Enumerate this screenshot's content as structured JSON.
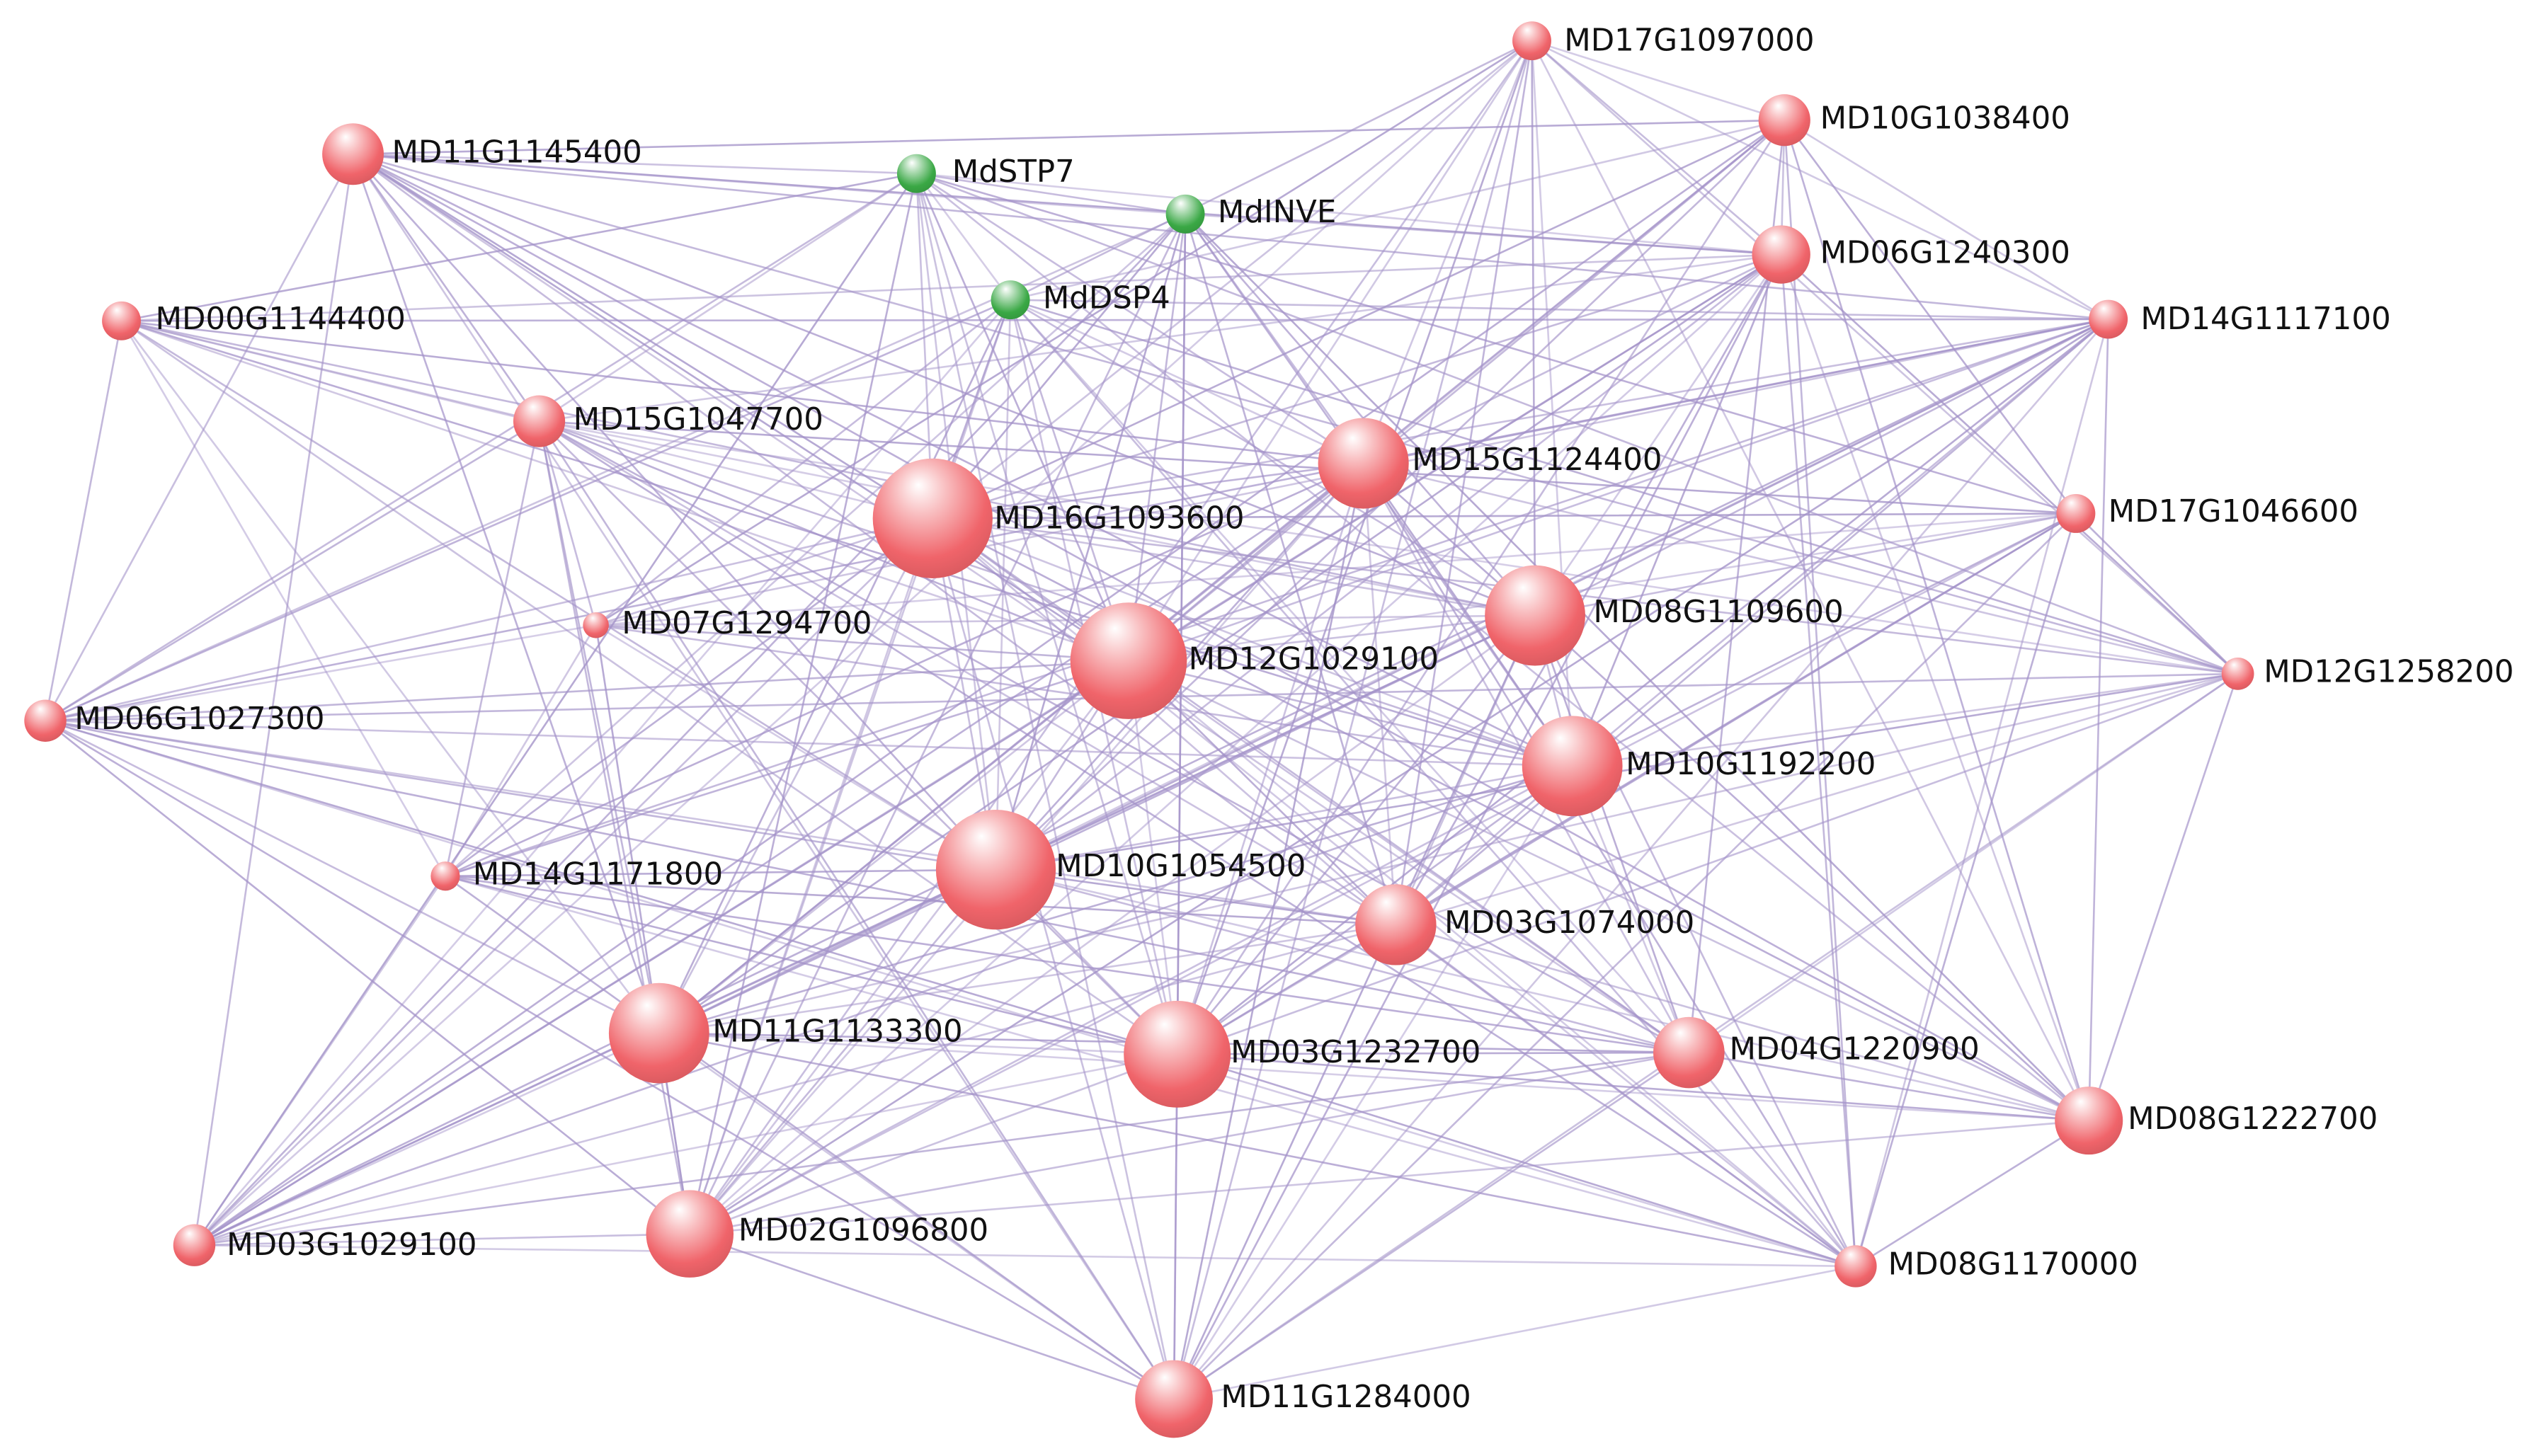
{
  "colors": {
    "background": "#ffffff",
    "edge": "#a493c9",
    "label": "#111111"
  },
  "nodes": [
    {
      "label": "MD17G1097000",
      "color": "#f0646a"
    },
    {
      "label": "MD10G1038400",
      "color": "#f0646a"
    },
    {
      "label": "MD11G1145400",
      "color": "#f0646a"
    },
    {
      "label": "MdSTP7",
      "color": "#3aa845"
    },
    {
      "label": "MdINVE",
      "color": "#3aa845"
    },
    {
      "label": "MD06G1240300",
      "color": "#f0646a"
    },
    {
      "label": "MdDSP4",
      "color": "#3aa845"
    },
    {
      "label": "MD00G1144400",
      "color": "#f0646a"
    },
    {
      "label": "MD14G1117100",
      "color": "#f0646a"
    },
    {
      "label": "MD15G1047700",
      "color": "#f0646a"
    },
    {
      "label": "MD15G1124400",
      "color": "#f0646a"
    },
    {
      "label": "MD16G1093600",
      "color": "#f0646a"
    },
    {
      "label": "MD17G1046600",
      "color": "#f0646a"
    },
    {
      "label": "MD07G1294700",
      "color": "#f0646a"
    },
    {
      "label": "MD08G1109600",
      "color": "#f0646a"
    },
    {
      "label": "MD12G1029100",
      "color": "#f0646a"
    },
    {
      "label": "MD12G1258200",
      "color": "#f0646a"
    },
    {
      "label": "MD06G1027300",
      "color": "#f0646a"
    },
    {
      "label": "MD10G1192200",
      "color": "#f0646a"
    },
    {
      "label": "MD10G1054500",
      "color": "#f0646a"
    },
    {
      "label": "MD14G1171800",
      "color": "#f0646a"
    },
    {
      "label": "MD03G1074000",
      "color": "#f0646a"
    },
    {
      "label": "MD11G1133300",
      "color": "#f0646a"
    },
    {
      "label": "MD03G1232700",
      "color": "#f0646a"
    },
    {
      "label": "MD04G1220900",
      "color": "#f0646a"
    },
    {
      "label": "MD08G1222700",
      "color": "#f0646a"
    },
    {
      "label": "MD02G1096800",
      "color": "#f0646a"
    },
    {
      "label": "MD03G1029100",
      "color": "#f0646a"
    },
    {
      "label": "MD08G1170000",
      "color": "#f0646a"
    },
    {
      "label": "MD11G1284000",
      "color": "#f0646a"
    }
  ]
}
